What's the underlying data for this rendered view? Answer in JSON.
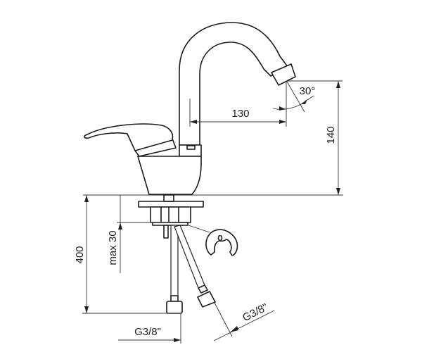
{
  "drawing": {
    "title": "Single-lever basin mixer dimension drawing",
    "dimensions": {
      "spout_reach": "130",
      "spout_height": "140",
      "spout_angle": "30°",
      "hose_length": "400",
      "max_deck_thickness": "max 30",
      "connection_left": "G3/8\"",
      "connection_right": "G3/8\""
    }
  }
}
